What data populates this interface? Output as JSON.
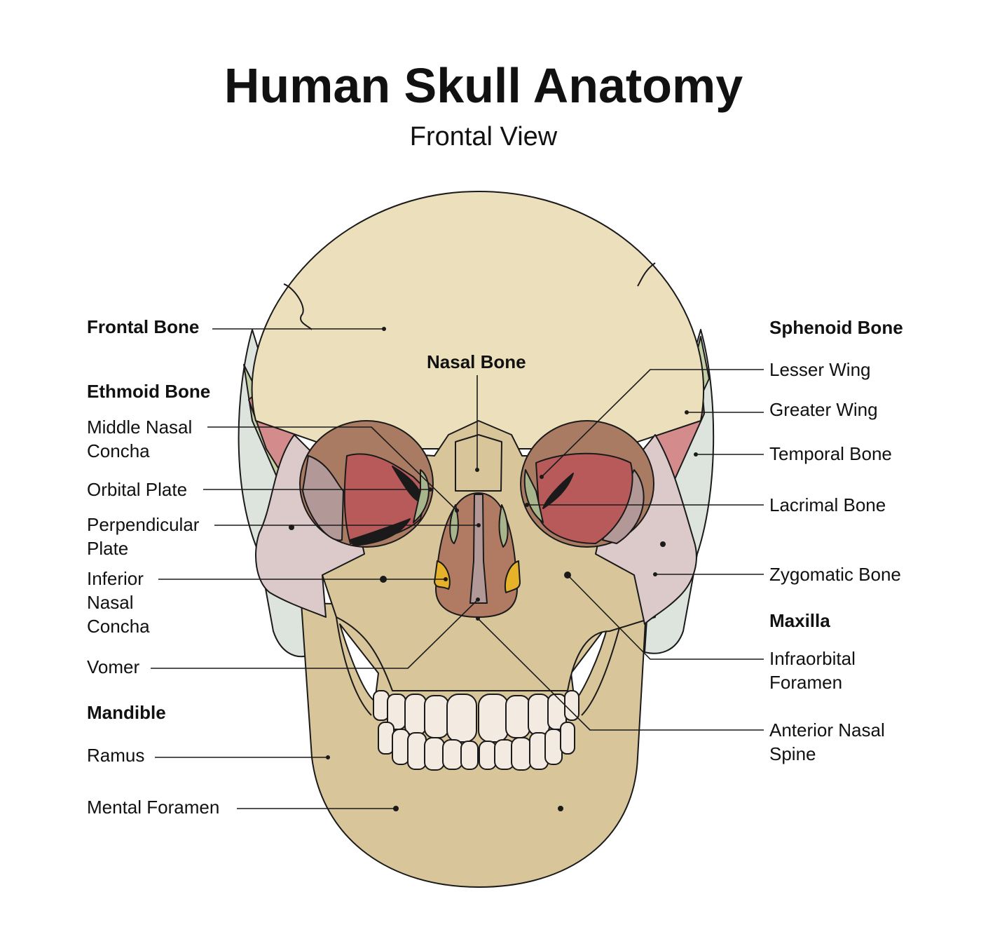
{
  "title": "Human Skull Anatomy",
  "subtitle": "Frontal View",
  "labels": {
    "frontal_bone": "Frontal Bone",
    "ethmoid_bone": "Ethmoid Bone",
    "middle_nasal_concha": [
      "Middle Nasal",
      "Concha"
    ],
    "orbital_plate": "Orbital Plate",
    "perpendicular_plate": [
      "Perpendicular",
      "Plate"
    ],
    "inferior_nasal_concha": [
      "Inferior",
      "Nasal",
      "Concha"
    ],
    "vomer": "Vomer",
    "mandible": "Mandible",
    "ramus": "Ramus",
    "mental_foramen": "Mental Foramen",
    "nasal_bone": "Nasal Bone",
    "sphenoid_bone": "Sphenoid Bone",
    "lesser_wing": "Lesser Wing",
    "greater_wing": "Greater Wing",
    "temporal_bone": "Temporal Bone",
    "lacrimal_bone": "Lacrimal Bone",
    "zygomatic_bone": "Zygomatic Bone",
    "maxilla": "Maxilla",
    "infraorbital_foramen": [
      "Infraorbital",
      "Foramen"
    ],
    "anterior_nasal_spine": [
      "Anterior Nasal",
      "Spine"
    ]
  },
  "colors": {
    "frontal": "#ecdfbc",
    "maxilla": "#d8c59a",
    "zygomatic": "#dccaca",
    "temporal": "#dde3dd",
    "greater_wing": "#d48b8b",
    "orbit_red": "#b85a5a",
    "orbit_brown": "#a97b63",
    "ethmoid_green": "#a8b48c",
    "concha_yellow": "#e5b22a",
    "teeth": "#f3ebe1"
  }
}
